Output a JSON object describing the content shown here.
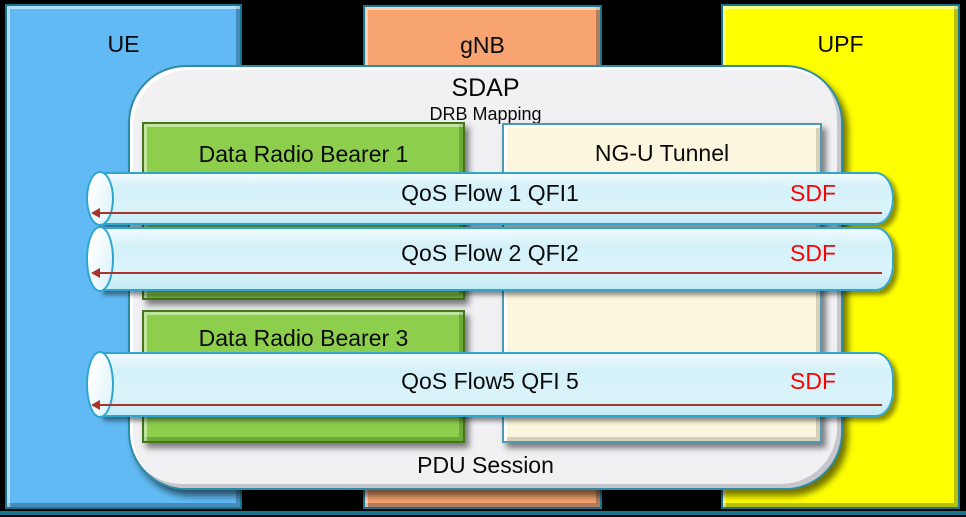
{
  "columns": [
    {
      "label": "UE"
    },
    {
      "label": "gNB"
    },
    {
      "label": "UPF"
    }
  ],
  "session_box": {
    "title": "SDAP",
    "subtitle": "DRB Mapping",
    "footer": "PDU Session"
  },
  "bearers": [
    {
      "label": "Data Radio Bearer 1"
    },
    {
      "label": "Data Radio Bearer 3"
    }
  ],
  "tunnel": {
    "label": "NG-U Tunnel"
  },
  "flows": [
    {
      "label": "QoS Flow 1 QFI1",
      "tag": "SDF"
    },
    {
      "label": "QoS Flow 2 QFI2",
      "tag": "SDF"
    },
    {
      "label": "QoS Flow5 QFI 5",
      "tag": "SDF"
    }
  ],
  "colors": {
    "background": "#000000",
    "ue_fill": "#61BAF4",
    "gnb_fill": "#F7A471",
    "upf_fill": "#FFFF00",
    "outline_teal": "#17768F",
    "session_fill": "#F1F1F4",
    "bearer_fill": "#8DCF4D",
    "tunnel_fill": "#FDF6DF",
    "flow_fill": "#D8F3FA",
    "flow_border": "#2FA6CE",
    "flow_line": "#A8342C",
    "sdf_text": "#FF0000"
  }
}
